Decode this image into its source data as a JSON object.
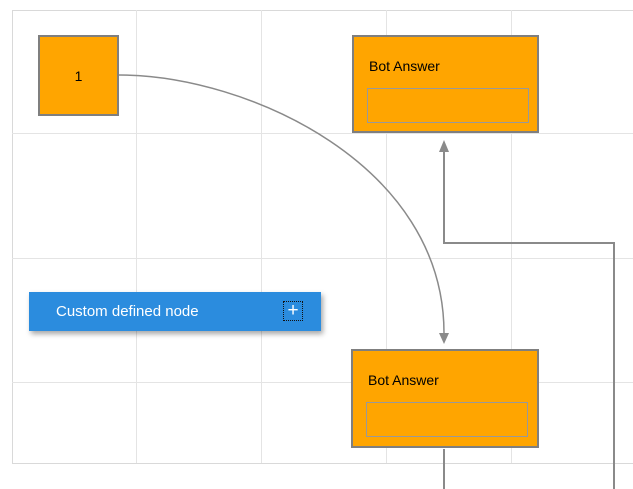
{
  "diagram": {
    "background_color": "#ffffff",
    "grid": {
      "inner_line_color": "#e4e4e4",
      "border_line_color": "#d9d9d9"
    },
    "connectors": {
      "color": "#8a8a8a",
      "arrowheads": [
        "arrowhead-up-icon",
        "arrowhead-down-icon"
      ]
    },
    "nodes": {
      "start": {
        "label": "1",
        "fill": "#FFA500",
        "border_color": "#7f7f7f"
      },
      "bot_answer_top": {
        "title": "Bot Answer",
        "fill": "#FFA500",
        "border_color": "#7f7f7f",
        "input_value": ""
      },
      "bot_answer_bottom": {
        "title": "Bot Answer",
        "fill": "#FFA500",
        "border_color": "#7f7f7f",
        "input_value": ""
      },
      "custom": {
        "label": "Custom defined node",
        "fill": "#2B8CDE",
        "text_color": "#ffffff",
        "port": {
          "icon": "plus-icon",
          "glyph": "+"
        }
      }
    }
  }
}
